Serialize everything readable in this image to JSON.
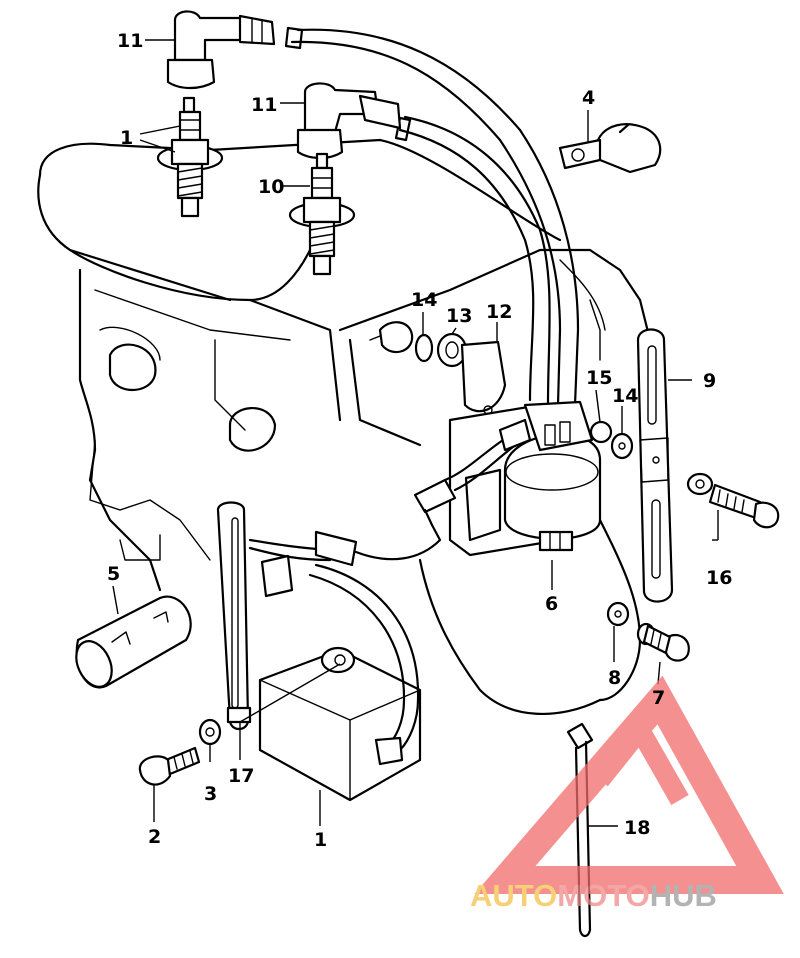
{
  "callouts": [
    {
      "id": "c11a",
      "text": "11"
    },
    {
      "id": "c1a",
      "text": "1"
    },
    {
      "id": "c11b",
      "text": "11"
    },
    {
      "id": "c10",
      "text": "10"
    },
    {
      "id": "c4",
      "text": "4"
    },
    {
      "id": "c14a",
      "text": "14"
    },
    {
      "id": "c13",
      "text": "13"
    },
    {
      "id": "c12",
      "text": "12"
    },
    {
      "id": "c15",
      "text": "15"
    },
    {
      "id": "c14b",
      "text": "14"
    },
    {
      "id": "c9",
      "text": "9"
    },
    {
      "id": "c5",
      "text": "5"
    },
    {
      "id": "c16",
      "text": "16"
    },
    {
      "id": "c6",
      "text": "6"
    },
    {
      "id": "c8",
      "text": "8"
    },
    {
      "id": "c7",
      "text": "7"
    },
    {
      "id": "c3",
      "text": "3"
    },
    {
      "id": "c17",
      "text": "17"
    },
    {
      "id": "c2",
      "text": "2"
    },
    {
      "id": "c1b",
      "text": "1"
    },
    {
      "id": "c18",
      "text": "18"
    }
  ],
  "watermark": {
    "part1": "AUTO",
    "part2": "MOTO",
    "part3": "HUB",
    "colors": {
      "auto": "#f5c04a",
      "moto": "#f08a8a",
      "hub": "#9a9a9a",
      "triangle": "#f26b6b"
    }
  },
  "colors": {
    "ink": "#000000",
    "background": "#ffffff"
  }
}
